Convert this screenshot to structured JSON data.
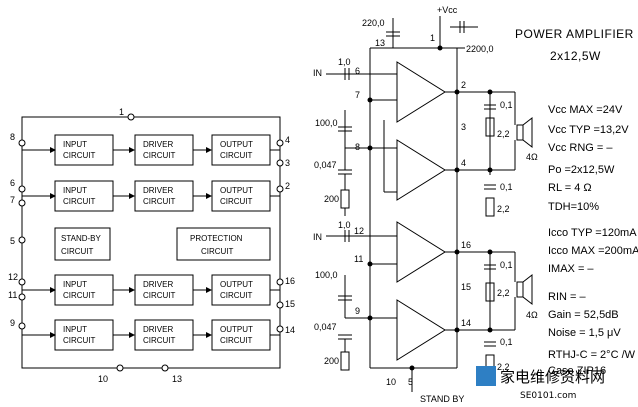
{
  "header": {
    "title": "POWER AMPLIFIER",
    "subtitle": "2x12,5W"
  },
  "block_diagram": {
    "input_label": [
      "INPUT",
      "CIRCUIT"
    ],
    "driver_label": [
      "DRIVER",
      "CIRCUIT"
    ],
    "output_label": [
      "OUTPUT",
      "CIRCUIT"
    ],
    "standby_label": [
      "STAND-BY",
      "CIRCUIT"
    ],
    "protection_label": [
      "PROTECTION",
      "CIRCUIT"
    ],
    "pins": {
      "p1": "1",
      "p2": "2",
      "p3": "3",
      "p4": "4",
      "p5": "5",
      "p6": "6",
      "p7": "7",
      "p8": "8",
      "p9": "9",
      "p10": "10",
      "p11": "11",
      "p12": "12",
      "p13": "13",
      "p14": "14",
      "p15": "15",
      "p16": "16"
    }
  },
  "schematic": {
    "vcc_label": "+Vcc",
    "in1_label": "IN",
    "in2_label": "IN",
    "standby_label": "STAND BY",
    "cap_220": "220,0",
    "cap_2200": "2200,0",
    "cap_1a": "1,0",
    "cap_1b": "1,0",
    "cap_100a": "100,0",
    "cap_100b": "100,0",
    "cap_047a": "0,047",
    "cap_047b": "0,047",
    "res_200a": "200",
    "res_200b": "200",
    "cap_01a": "0,1",
    "cap_01b": "0,1",
    "cap_01c": "0,1",
    "cap_01d": "0,1",
    "res_22a": "2,2",
    "res_22b": "2,2",
    "res_22c": "2,2",
    "res_22d": "2,2",
    "spk1": "4Ω",
    "spk2": "4Ω",
    "pins": {
      "p1": "1",
      "p2": "2",
      "p3": "3",
      "p4": "4",
      "p5": "5",
      "p6": "6",
      "p7": "7",
      "p8": "8",
      "p9": "9",
      "p10": "10",
      "p11": "11",
      "p12": "12",
      "p13": "13",
      "p14": "14",
      "p15": "15",
      "p16": "16"
    }
  },
  "specs": [
    "Vcc MAX =24V",
    "Vcc TYP =13,2V",
    "Vcc RNG = –",
    "Po =2x12,5W",
    "RL = 4 Ω",
    "TDH=10%",
    "Icco TYP =120mA",
    "Icco MAX =200mA",
    "IMAX = –",
    "RIN = –",
    "Gain = 52,5dB",
    "Noise = 1,5 μV",
    "RTHJ-C = 2°C /W",
    "Case  ZIP16"
  ],
  "watermark": {
    "text": "家电维修资料网",
    "url": "SE0101.com"
  }
}
